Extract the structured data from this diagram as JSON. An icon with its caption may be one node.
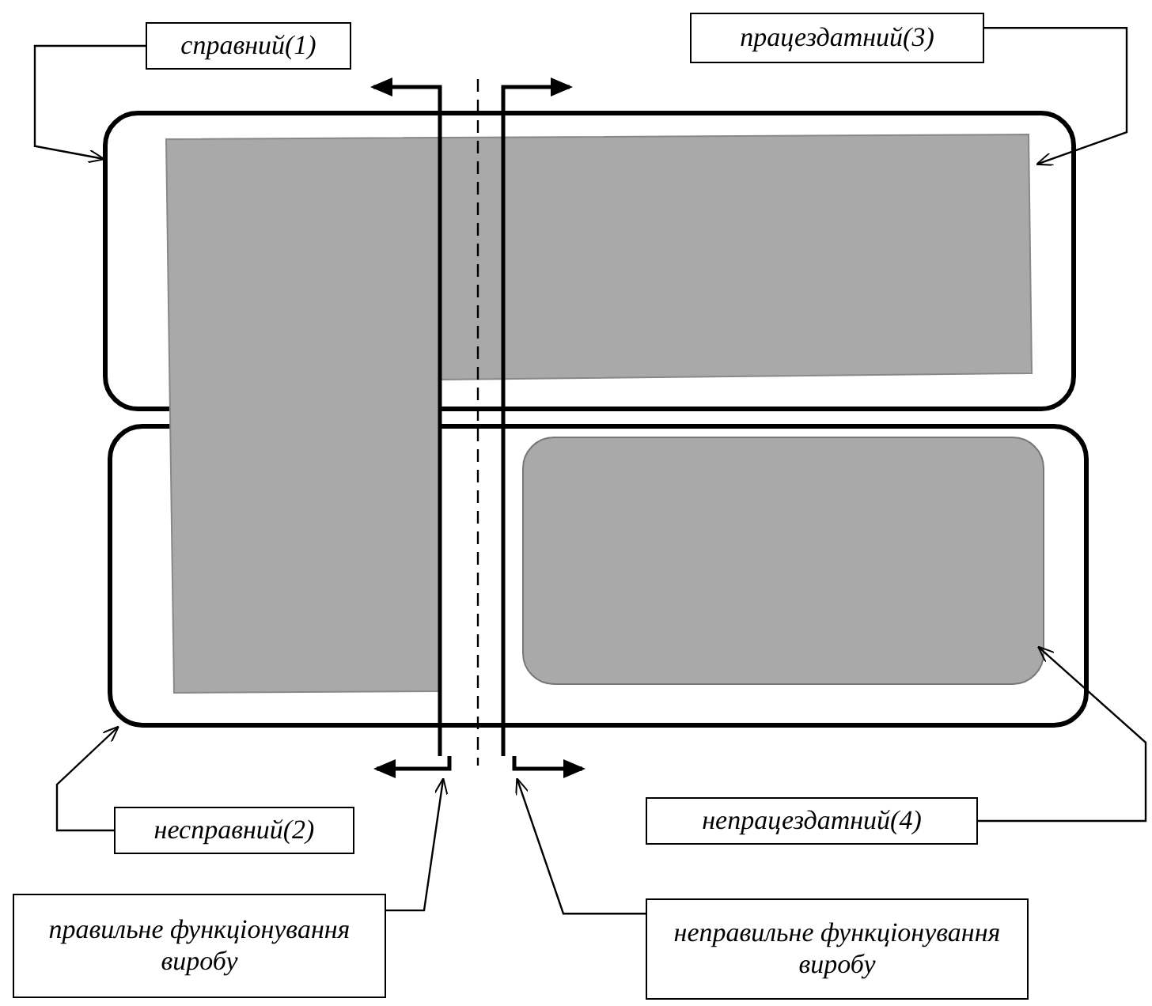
{
  "diagram": {
    "nodes": [
      {
        "text": [
          "справний(1)"
        ]
      },
      {
        "text": [
          "працездатний(3)"
        ]
      },
      {
        "text": [
          "несправний(2)"
        ]
      },
      {
        "text": [
          "непрацездатний(4)"
        ]
      },
      {
        "text": [
          "правильне функціонування виробу"
        ]
      },
      {
        "text": [
          "неправильне функціонування виробу"
        ]
      },
      {
        "text": [],
        "shape": "box"
      },
      {
        "text": [],
        "shape": "box"
      },
      {
        "text": [],
        "shape": "box"
      },
      {
        "text": [],
        "shape": "box",
        "in": 8
      }
    ],
    "edges": [
      {
        "from": 0,
        "to": 6,
        "arrow": "to"
      },
      {
        "from": 1,
        "to": 7,
        "arrow": "to"
      },
      {
        "from": 2,
        "to": 8,
        "arrow": "to"
      },
      {
        "from": 3,
        "to": 9,
        "arrow": "to"
      },
      {
        "from": 4,
        "to": null,
        "arrow": "to"
      },
      {
        "from": 5,
        "to": null,
        "arrow": "to"
      }
    ]
  }
}
